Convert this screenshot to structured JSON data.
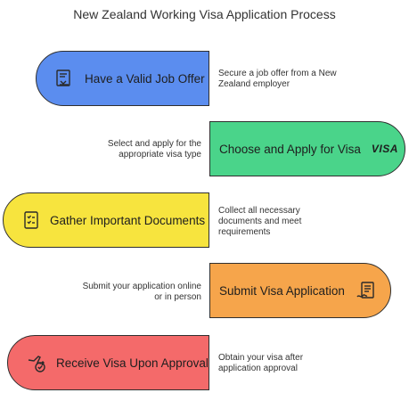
{
  "title": "New Zealand Working Visa Application Process",
  "steps": [
    {
      "label": "Have a Valid Job Offer",
      "description": "Secure a job offer from a New Zealand employer",
      "icon": "job-offer-document-icon",
      "color": "#5b8def"
    },
    {
      "label": "Choose and Apply for Visa",
      "description": "Select and apply for the appropriate visa type",
      "icon_text": "VISA",
      "icon": "visa-icon",
      "color": "#4ad48a"
    },
    {
      "label": "Gather Important Documents",
      "description": "Collect all necessary documents and meet requirements",
      "icon": "checklist-icon",
      "color": "#f7e43e"
    },
    {
      "label": "Submit Visa Application",
      "description": "Submit your application online or in person",
      "icon": "signed-document-icon",
      "color": "#f6a54b"
    },
    {
      "label": "Receive Visa Upon Approval",
      "description": "Obtain your visa after application approval",
      "icon": "airplane-approved-icon",
      "color": "#f46a6a"
    }
  ]
}
